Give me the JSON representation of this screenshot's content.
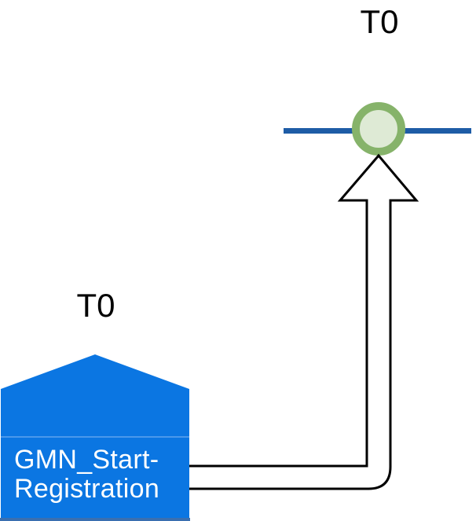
{
  "labels": {
    "target_t0": "T0",
    "source_t0": "T0"
  },
  "source_block": {
    "name_lines": [
      "GMN_Start-",
      "Registration"
    ]
  },
  "colors": {
    "background": "#FFFFFF",
    "block_blue": "#0B76E2",
    "block_divider": "#5FA3EE",
    "block_bottom_edge": "#3A6FB0",
    "timeline_blue": "#1E5CA6",
    "port_ring_green": "#86B36A",
    "port_fill_green": "#DEEAD5",
    "arrow_stroke": "#000000",
    "arrow_fill": "#FFFFFF",
    "label_text": "#000000",
    "block_text": "#FFFFFF"
  }
}
